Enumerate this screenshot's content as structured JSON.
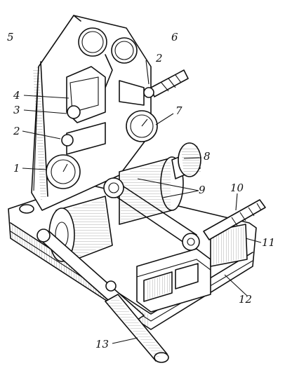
{
  "figure": {
    "labels": {
      "l1": "1",
      "l2a": "2",
      "l2b": "2",
      "l3": "3",
      "l4": "4",
      "l5": "5",
      "l6": "6",
      "l7": "7",
      "l8": "8",
      "l9": "9",
      "l10": "10",
      "l11": "11",
      "l12": "12",
      "l13": "13"
    }
  }
}
